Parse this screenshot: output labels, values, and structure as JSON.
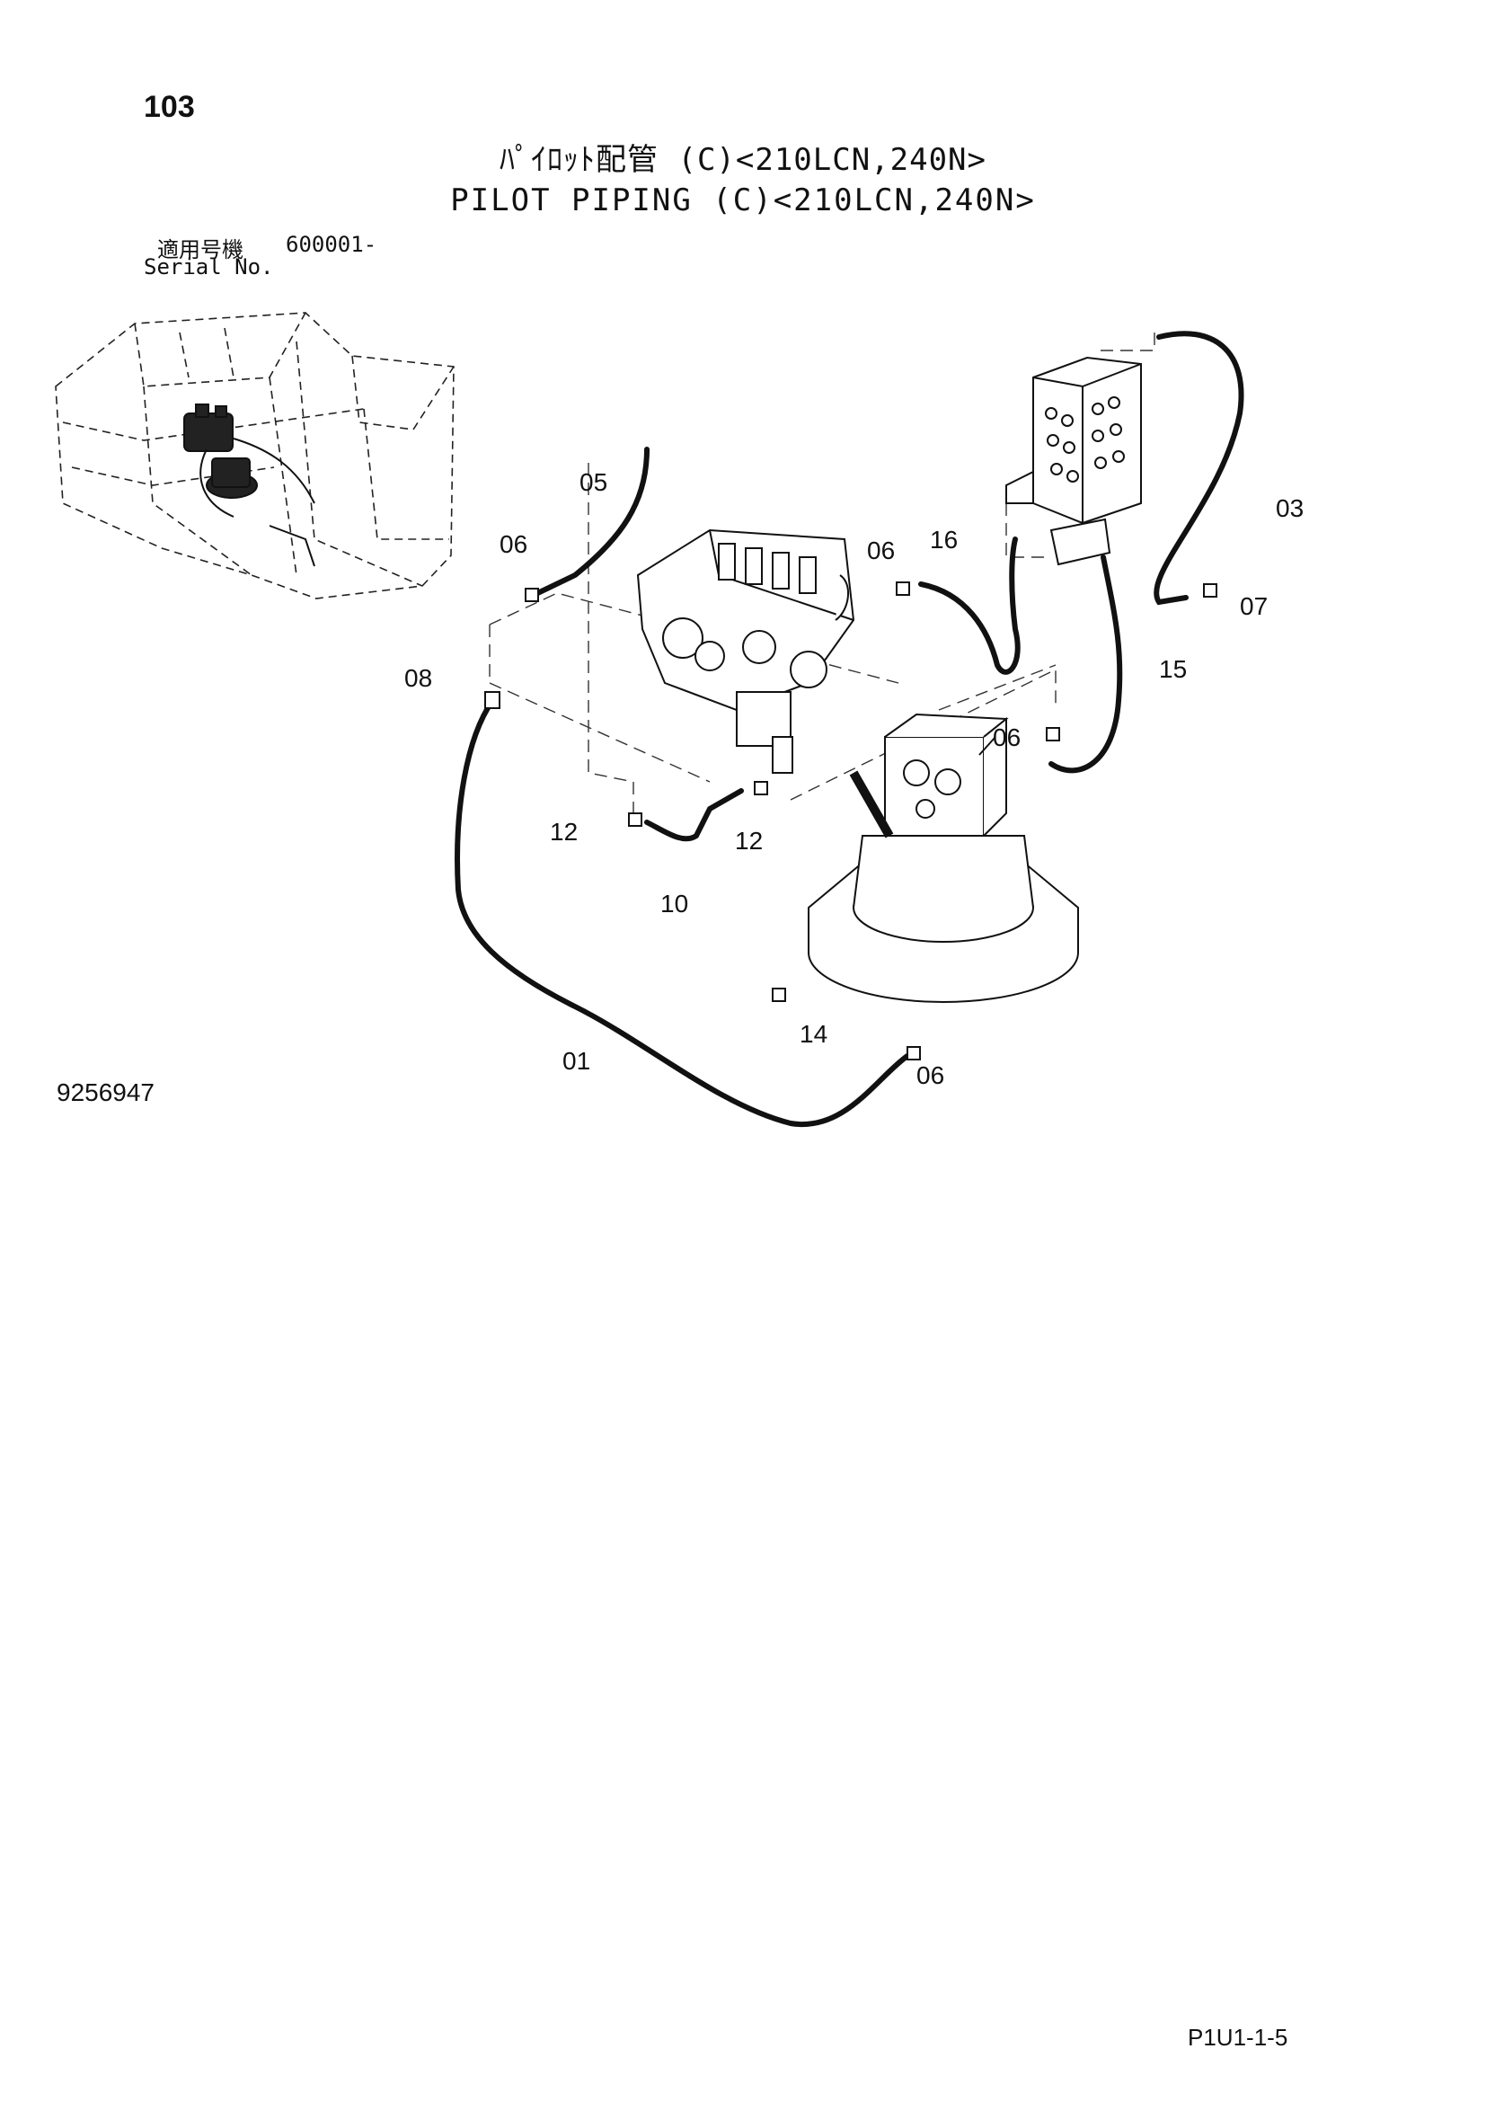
{
  "header": {
    "page_number": "103",
    "title_ja": "ﾊﾟｲﾛｯﾄ配管 (C)<210LCN,240N>",
    "title_en": "PILOT PIPING (C)<210LCN,240N>",
    "serial_label_ja": "適用号機",
    "serial_value": "600001-",
    "serial_label_en": "Serial No."
  },
  "callouts": [
    "05",
    "06",
    "06",
    "16",
    "03",
    "07",
    "08",
    "15",
    "06",
    "12",
    "12",
    "10",
    "14",
    "01",
    "06"
  ],
  "footer": {
    "figure_number": "9256947",
    "page_code": "P1U1-1-5"
  }
}
